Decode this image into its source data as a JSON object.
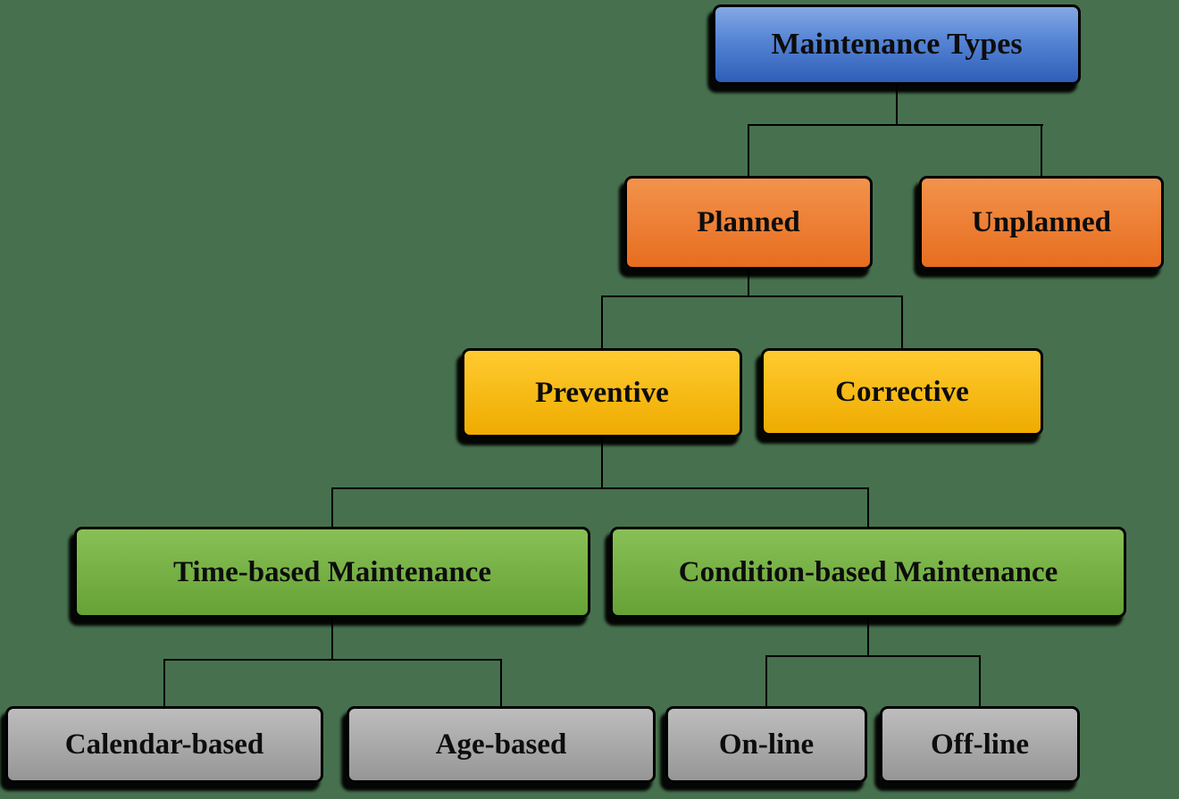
{
  "diagram": {
    "type": "tree",
    "title": "Maintenance Types"
  },
  "nodes": {
    "root": {
      "label": "Maintenance Types"
    },
    "planned": {
      "label": "Planned"
    },
    "unplanned": {
      "label": "Unplanned"
    },
    "preventive": {
      "label": "Preventive"
    },
    "corrective": {
      "label": "Corrective"
    },
    "time_based": {
      "label": "Time-based Maintenance"
    },
    "condition_based": {
      "label": "Condition-based Maintenance"
    },
    "calendar_based": {
      "label": "Calendar-based"
    },
    "age_based": {
      "label": "Age-based"
    },
    "on_line": {
      "label": "On-line"
    },
    "off_line": {
      "label": "Off-line"
    }
  },
  "edges": [
    {
      "from": "Maintenance Types",
      "to": [
        "Planned",
        "Unplanned"
      ]
    },
    {
      "from": "Planned",
      "to": [
        "Preventive",
        "Corrective"
      ]
    },
    {
      "from": "Preventive",
      "to": [
        "Time-based Maintenance",
        "Condition-based Maintenance"
      ]
    },
    {
      "from": "Time-based Maintenance",
      "to": [
        "Calendar-based",
        "Age-based"
      ]
    },
    {
      "from": "Condition-based Maintenance",
      "to": [
        "On-line",
        "Off-line"
      ]
    }
  ],
  "colors": {
    "background": "#47714e",
    "level1_top": "#84a8e4",
    "level1_bottom": "#2e5eb8",
    "level2_top": "#f2934b",
    "level2_bottom": "#e76d20",
    "level3_top": "#ffcb30",
    "level3_bottom": "#efab00",
    "level4_top": "#88c056",
    "level4_bottom": "#66a236",
    "level5_top": "#bdbdbd",
    "level5_bottom": "#969696",
    "line": "#000000",
    "text": "#0d0d0d"
  }
}
